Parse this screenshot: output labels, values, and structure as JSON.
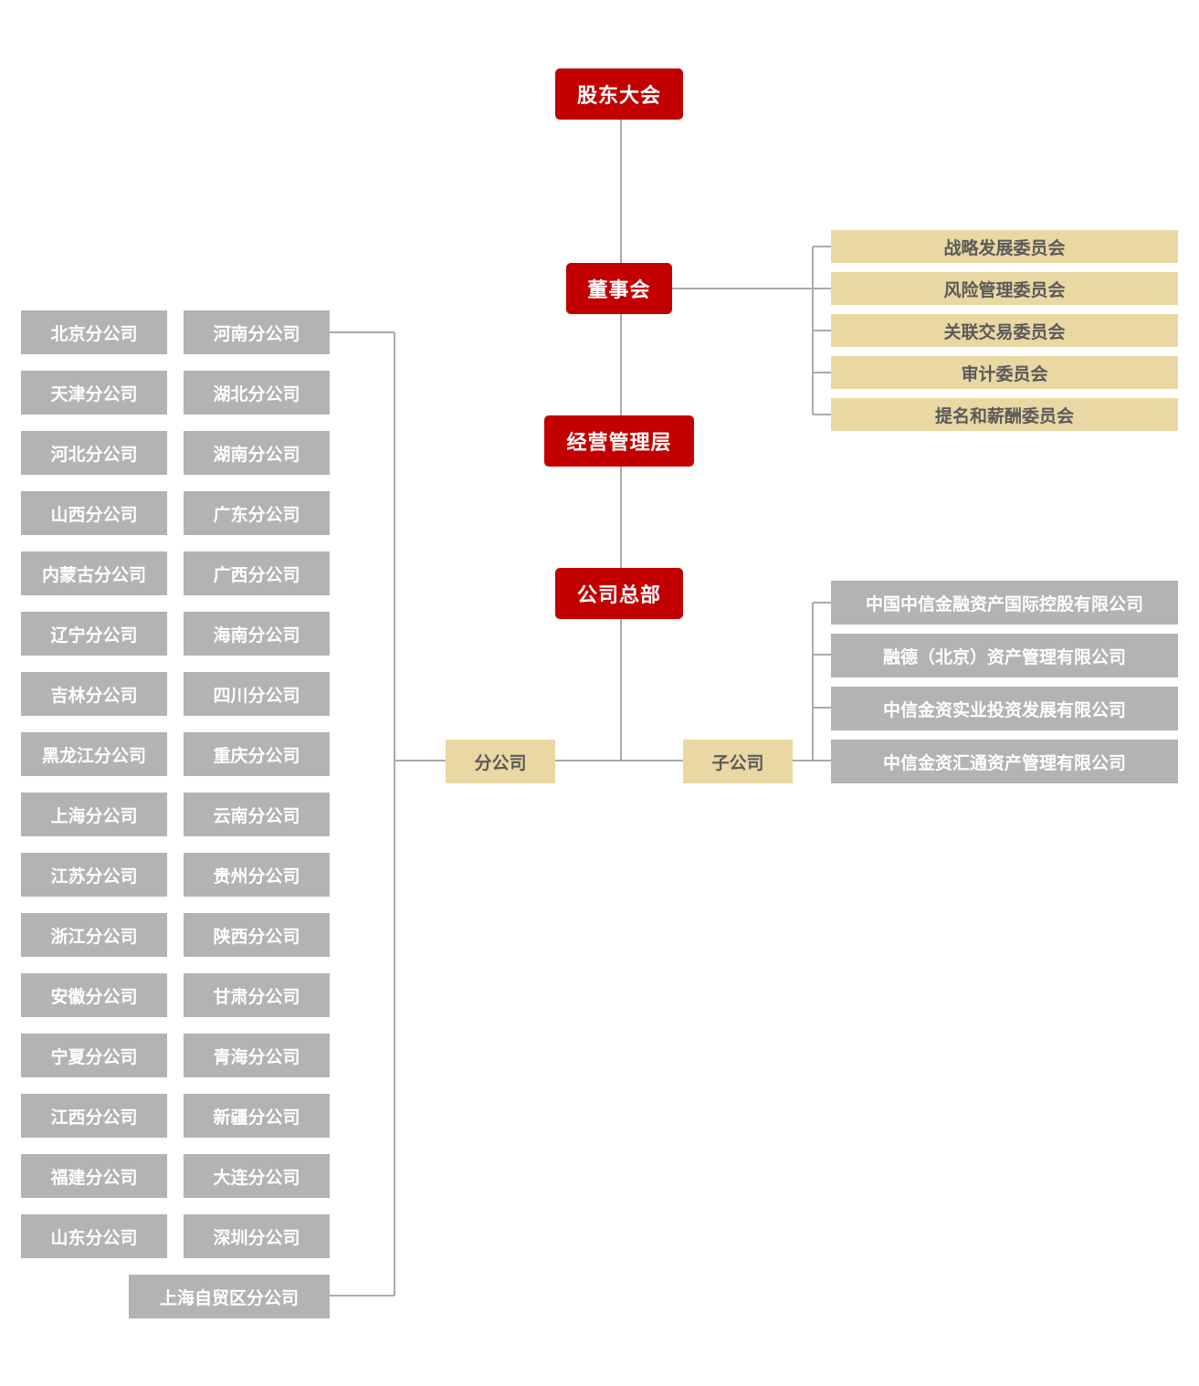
{
  "nodes": {
    "shareholders": "股东大会",
    "board": "董事会",
    "management": "经营管理层",
    "headquarters": "公司总部",
    "branch_group": "分公司",
    "subsidiary_group": "子公司"
  },
  "committees": [
    "战略发展委员会",
    "风险管理委员会",
    "关联交易委员会",
    "审计委员会",
    "提名和薪酬委员会"
  ],
  "subsidiaries": [
    "中国中信金融资产国际控股有限公司",
    "融德（北京）资产管理有限公司",
    "中信金资实业投资发展有限公司",
    "中信金资汇通资产管理有限公司"
  ],
  "branches_left": [
    "北京分公司",
    "天津分公司",
    "河北分公司",
    "山西分公司",
    "内蒙古分公司",
    "辽宁分公司",
    "吉林分公司",
    "黑龙江分公司",
    "上海分公司",
    "江苏分公司",
    "浙江分公司",
    "安徽分公司",
    "宁夏分公司",
    "江西分公司",
    "福建分公司",
    "山东分公司"
  ],
  "branches_right": [
    "河南分公司",
    "湖北分公司",
    "湖南分公司",
    "广东分公司",
    "广西分公司",
    "海南分公司",
    "四川分公司",
    "重庆分公司",
    "云南分公司",
    "贵州分公司",
    "陕西分公司",
    "甘肃分公司",
    "青海分公司",
    "新疆分公司",
    "大连分公司",
    "深圳分公司"
  ],
  "branch_last": "上海自贸区分公司",
  "colors": {
    "red": "#c20000",
    "beige": "#e9d8a4",
    "gray": "#b3b3b4",
    "line": "#aaaaaa"
  }
}
